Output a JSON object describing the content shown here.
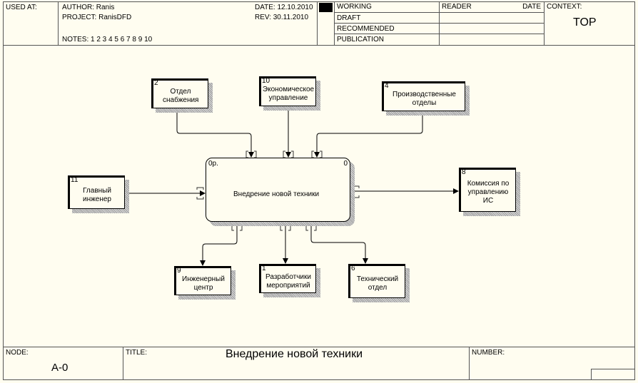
{
  "header": {
    "used_at": "USED AT:",
    "author": "AUTHOR:  Ranis",
    "project": "PROJECT:  RanisDFD",
    "notes": "NOTES:  1  2  3  4  5  6  7  8  9  10",
    "date": "DATE:  12.10.2010",
    "rev": "REV:   30.11.2010",
    "status": [
      "WORKING",
      "DRAFT",
      "RECOMMENDED",
      "PUBLICATION"
    ],
    "reader": "READER",
    "reader_date": "DATE",
    "context": "CONTEXT:",
    "context_value": "TOP"
  },
  "main": {
    "label": "Внедрение новой техники",
    "cost": "0р.",
    "number": "0"
  },
  "entities": [
    {
      "num": "2",
      "label": "Отдел снабжения"
    },
    {
      "num": "10",
      "label": "Экономическое управление"
    },
    {
      "num": "4",
      "label": "Производственные отделы"
    },
    {
      "num": "11",
      "label": "Главный инженер"
    },
    {
      "num": "8",
      "label": "Комиссия по управлению ИС"
    },
    {
      "num": "9",
      "label": "Инженерный центр"
    },
    {
      "num": "1",
      "label": "Разработчики мероприятий"
    },
    {
      "num": "6",
      "label": "Технический отдел"
    }
  ],
  "footer": {
    "node": "NODE:",
    "node_value": "A-0",
    "title": "TITLE:",
    "title_value": "Внедрение новой техники",
    "number": "NUMBER:"
  }
}
